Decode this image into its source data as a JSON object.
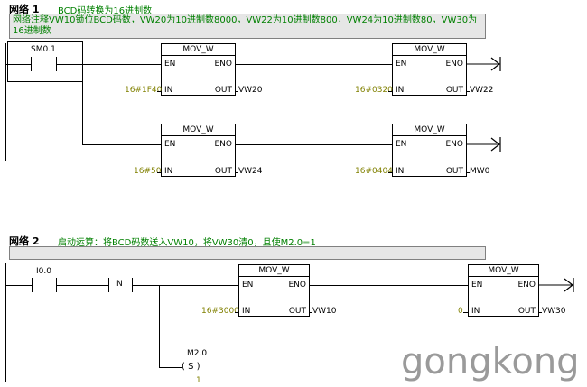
{
  "network1": {
    "title": "网络 1",
    "description": "BCD码转换为16进制数",
    "comment": "网络注释VW10锁位BCD码数，VW20为10进制数8000，VW22为10进制数800，VW24为10进制数80，VW30为16进制数",
    "contact": "SM0.1",
    "blocks": [
      {
        "name": "MOV_W",
        "en": "EN",
        "eno": "ENO",
        "in_pin": "IN",
        "out_pin": "OUT",
        "in": "16#1F40",
        "out": "VW20"
      },
      {
        "name": "MOV_W",
        "en": "EN",
        "eno": "ENO",
        "in_pin": "IN",
        "out_pin": "OUT",
        "in": "16#0320",
        "out": "VW22"
      },
      {
        "name": "MOV_W",
        "en": "EN",
        "eno": "ENO",
        "in_pin": "IN",
        "out_pin": "OUT",
        "in": "16#50",
        "out": "VW24"
      },
      {
        "name": "MOV_W",
        "en": "EN",
        "eno": "ENO",
        "in_pin": "IN",
        "out_pin": "OUT",
        "in": "16#0404",
        "out": "MW0"
      }
    ]
  },
  "network2": {
    "title": "网络 2",
    "description": "启动运算：将BCD码数送入VW10，将VW30清0，且使M2.0=1",
    "contact": "I0.0",
    "edge": "N",
    "blocks": [
      {
        "name": "MOV_W",
        "en": "EN",
        "eno": "ENO",
        "in_pin": "IN",
        "out_pin": "OUT",
        "in": "16#3000",
        "out": "VW10"
      },
      {
        "name": "MOV_W",
        "en": "EN",
        "eno": "ENO",
        "in_pin": "IN",
        "out_pin": "OUT",
        "in": "0",
        "out": "VW30"
      }
    ],
    "coil": {
      "address": "M2.0",
      "symbol": "( S )",
      "count": "1"
    }
  },
  "watermark": "gongkong"
}
